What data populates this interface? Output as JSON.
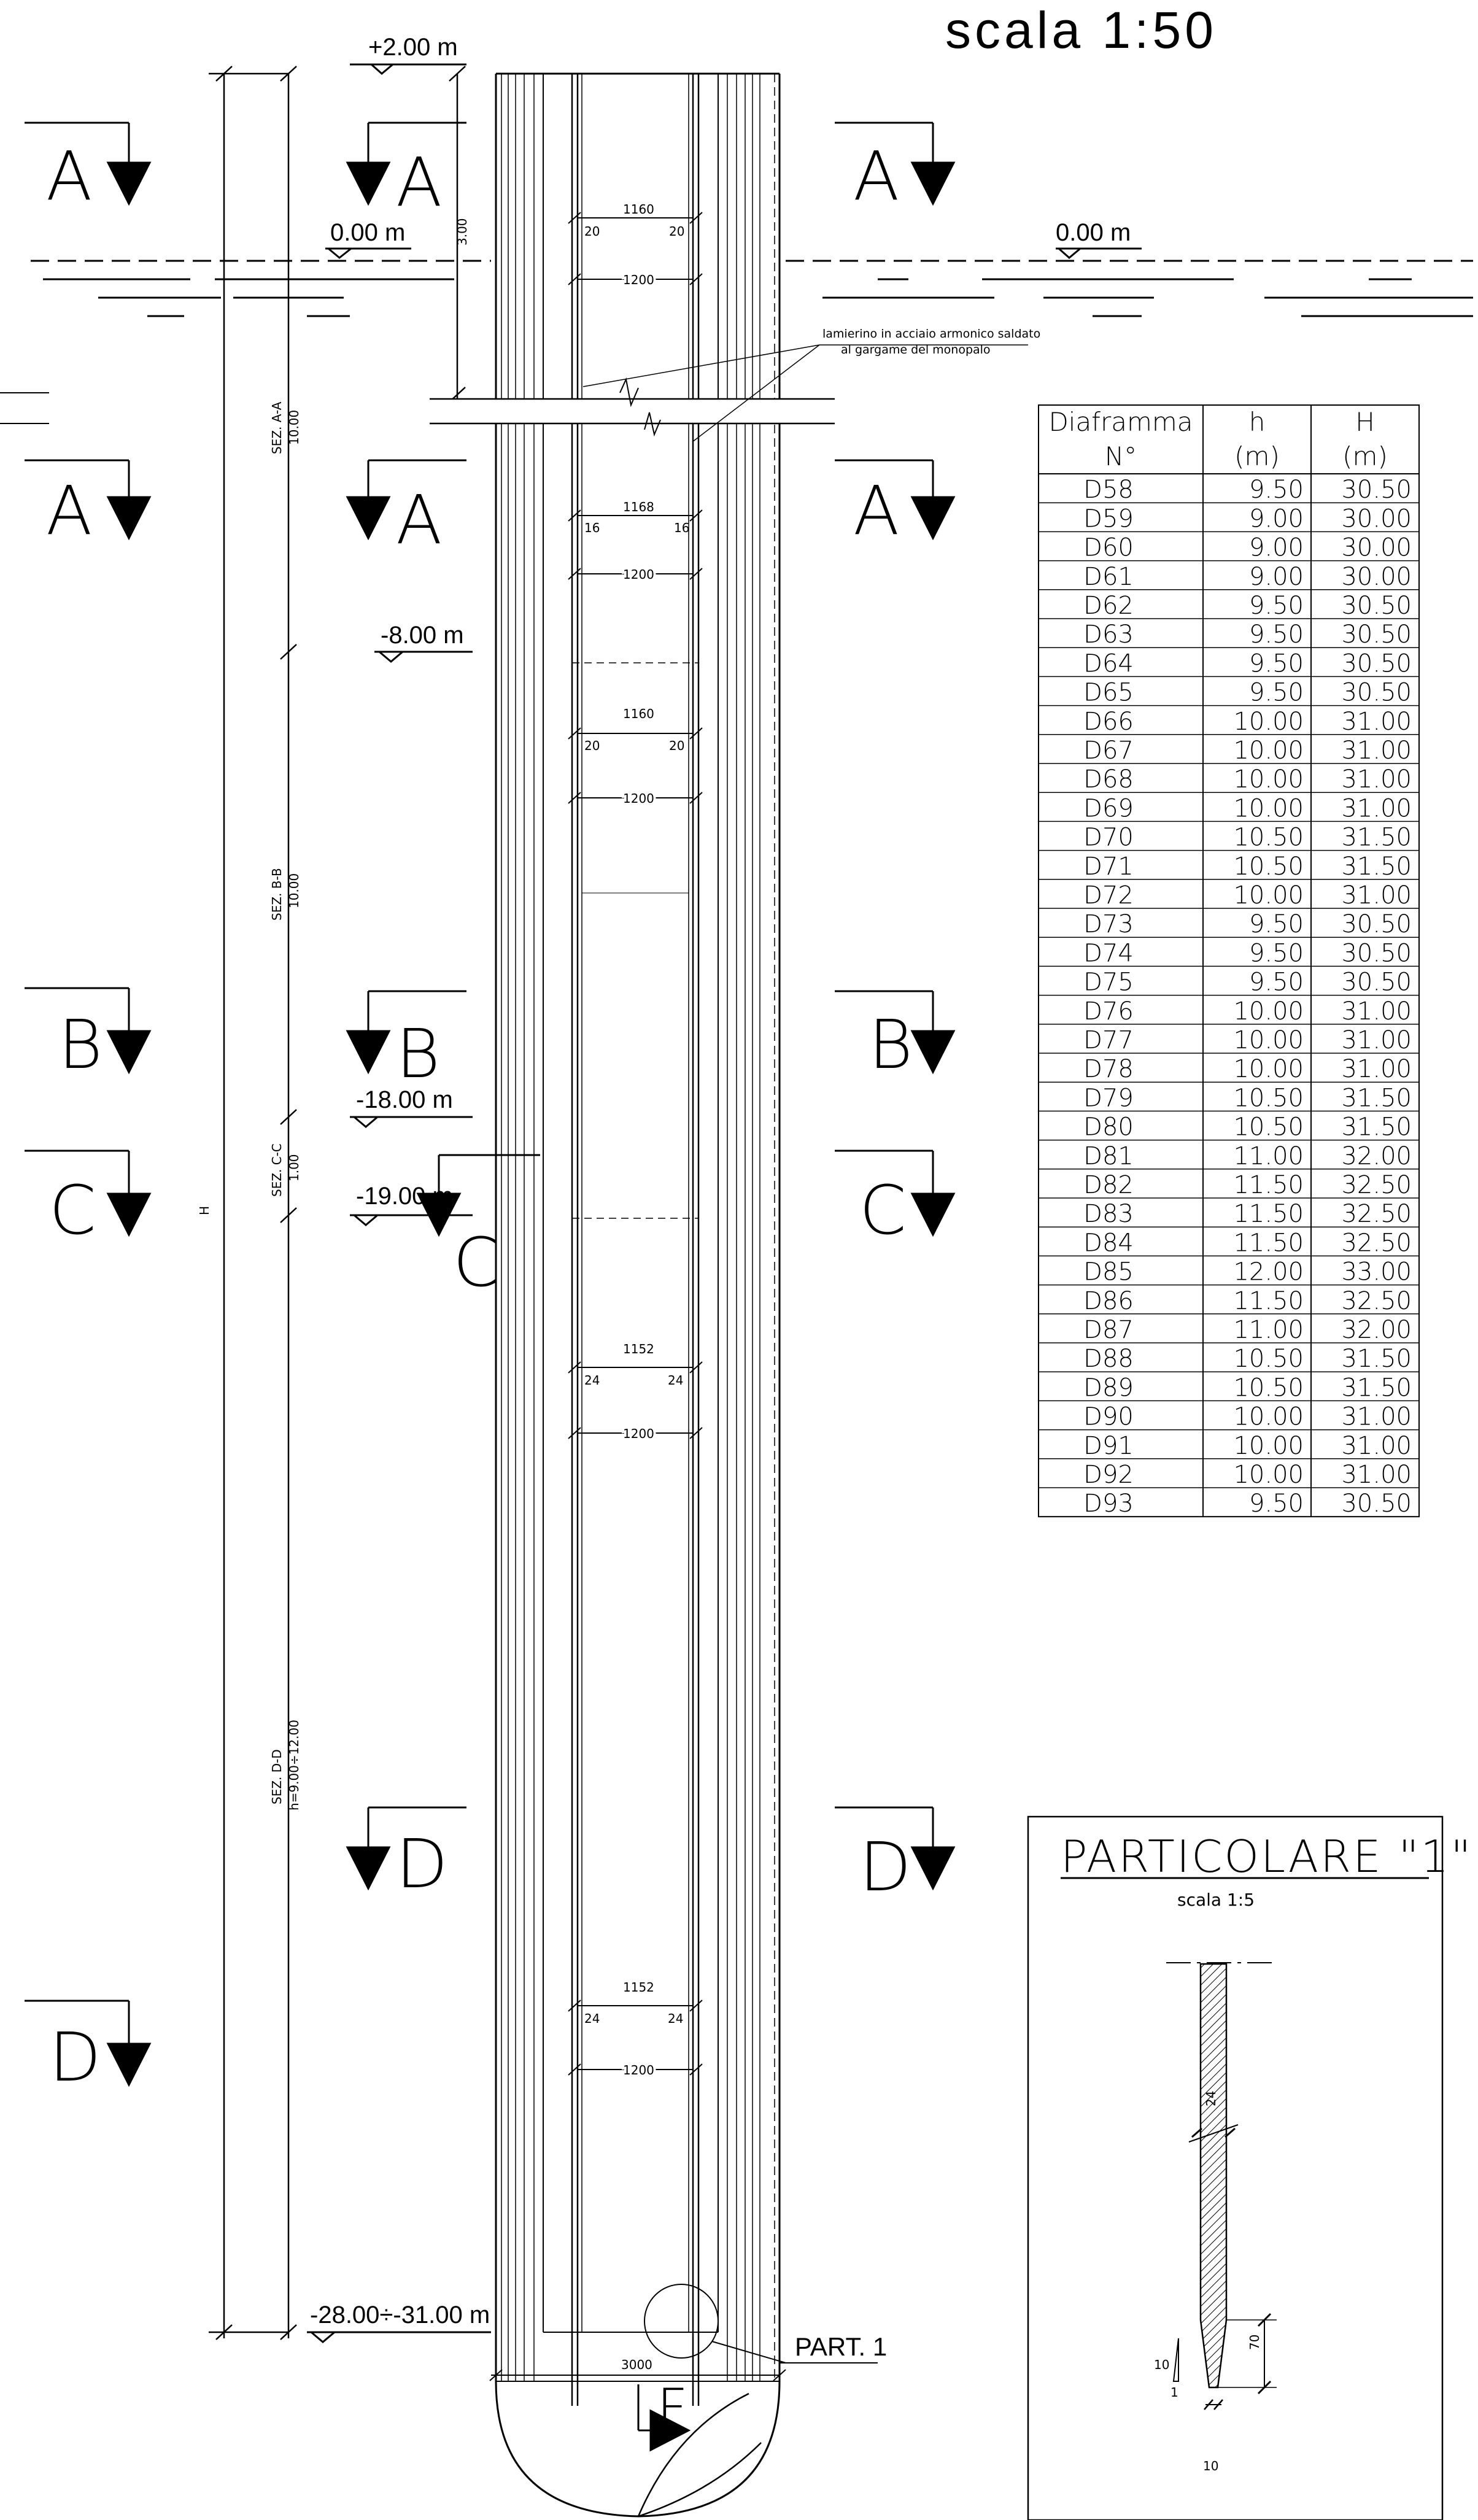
{
  "scale_title": "scala  1:50",
  "levels": {
    "top": "+2.00 m",
    "water_left": "0.00 m",
    "water_right": "0.00 m",
    "l8": "-8.00 m",
    "l18": "-18.00 m",
    "l19": "-19.00 m",
    "bottom": "-28.00÷-31.00 m"
  },
  "vertical_labels": {
    "sez_aa": "SEZ. A-A",
    "sez_aa_len": "10.00",
    "sez_bb": "SEZ. B-B",
    "sez_bb_len": "10.00",
    "sez_cc": "SEZ. C-C",
    "sez_cc_len": "1.00",
    "sez_dd": "SEZ. D-D",
    "sez_dd_len": "h=9.00÷12.00",
    "top_dim": "3.00",
    "total": "H"
  },
  "section_letters": {
    "a": "A",
    "b": "B",
    "c": "C",
    "d": "D",
    "f": "F"
  },
  "note": {
    "line1": "lamierino in acciaio armonico saldato",
    "line2": "al gargame del monopalo"
  },
  "dims": {
    "d1160": "1160",
    "d1168": "1168",
    "d1152": "1152",
    "d1200": "1200",
    "d20": "20",
    "d16": "16",
    "d24": "24",
    "d3000": "3000",
    "d70": "70",
    "d10": "10",
    "d1": "1"
  },
  "part_label": "PART. 1",
  "table": {
    "headers": [
      [
        "Diaframma",
        "h",
        "H"
      ],
      [
        "N°",
        "(m)",
        "(m)"
      ]
    ],
    "rows": [
      [
        "D58",
        "9.50",
        "30.50"
      ],
      [
        "D59",
        "9.00",
        "30.00"
      ],
      [
        "D60",
        "9.00",
        "30.00"
      ],
      [
        "D61",
        "9.00",
        "30.00"
      ],
      [
        "D62",
        "9.50",
        "30.50"
      ],
      [
        "D63",
        "9.50",
        "30.50"
      ],
      [
        "D64",
        "9.50",
        "30.50"
      ],
      [
        "D65",
        "9.50",
        "30.50"
      ],
      [
        "D66",
        "10.00",
        "31.00"
      ],
      [
        "D67",
        "10.00",
        "31.00"
      ],
      [
        "D68",
        "10.00",
        "31.00"
      ],
      [
        "D69",
        "10.00",
        "31.00"
      ],
      [
        "D70",
        "10.50",
        "31.50"
      ],
      [
        "D71",
        "10.50",
        "31.50"
      ],
      [
        "D72",
        "10.00",
        "31.00"
      ],
      [
        "D73",
        "9.50",
        "30.50"
      ],
      [
        "D74",
        "9.50",
        "30.50"
      ],
      [
        "D75",
        "9.50",
        "30.50"
      ],
      [
        "D76",
        "10.00",
        "31.00"
      ],
      [
        "D77",
        "10.00",
        "31.00"
      ],
      [
        "D78",
        "10.00",
        "31.00"
      ],
      [
        "D79",
        "10.50",
        "31.50"
      ],
      [
        "D80",
        "10.50",
        "31.50"
      ],
      [
        "D81",
        "11.00",
        "32.00"
      ],
      [
        "D82",
        "11.50",
        "32.50"
      ],
      [
        "D83",
        "11.50",
        "32.50"
      ],
      [
        "D84",
        "11.50",
        "32.50"
      ],
      [
        "D85",
        "12.00",
        "33.00"
      ],
      [
        "D86",
        "11.50",
        "32.50"
      ],
      [
        "D87",
        "11.00",
        "32.00"
      ],
      [
        "D88",
        "10.50",
        "31.50"
      ],
      [
        "D89",
        "10.50",
        "31.50"
      ],
      [
        "D90",
        "10.00",
        "31.00"
      ],
      [
        "D91",
        "10.00",
        "31.00"
      ],
      [
        "D92",
        "10.00",
        "31.00"
      ],
      [
        "D93",
        "9.50",
        "30.50"
      ]
    ]
  },
  "detail": {
    "title": "PARTICOLARE  \"1\"",
    "scale": "scala  1:5"
  }
}
